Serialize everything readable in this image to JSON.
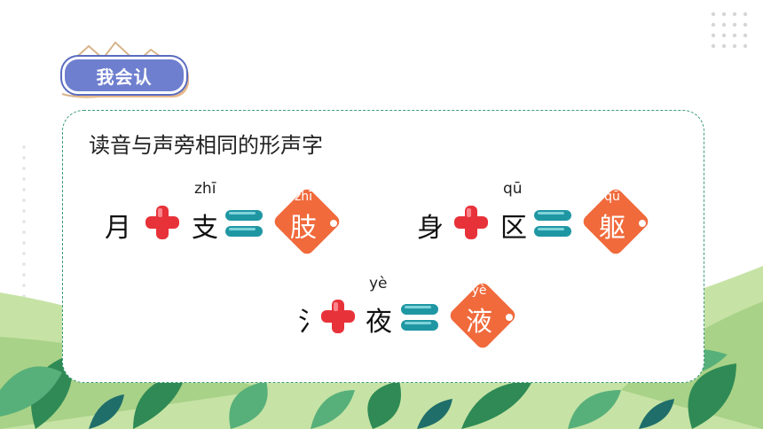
{
  "header": {
    "badge_label": "我会认"
  },
  "card": {
    "heading": "读音与声旁相同的形声字",
    "items": [
      {
        "left": "月",
        "right": "支",
        "right_pinyin": "zhī",
        "result": "肢",
        "result_pinyin": "zhī"
      },
      {
        "left": "身",
        "right": "区",
        "right_pinyin": "qū",
        "result": "躯",
        "result_pinyin": "qū"
      },
      {
        "left": "氵",
        "right": "夜",
        "right_pinyin": "yè",
        "result": "液",
        "result_pinyin": "yè"
      }
    ]
  },
  "colors": {
    "accent_orange": "#f06a3c",
    "plus_red": "#e8323a",
    "equals_teal": "#1f97a3",
    "badge_blue": "#6f7fcf",
    "border_green": "#3d9a78"
  },
  "icons": [
    "plus-icon",
    "equals-icon",
    "diamond-tag-icon"
  ]
}
